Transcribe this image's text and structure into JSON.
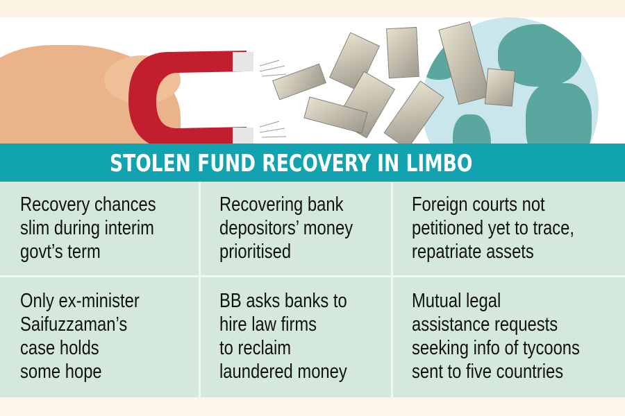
{
  "banner": {
    "title": "STOLEN FUND RECOVERY IN LIMBO"
  },
  "illustration": {
    "icons": [
      "hand-icon",
      "magnet-icon",
      "banknote-icon",
      "globe-icon"
    ],
    "colors": {
      "magnet_red": "#c21f2e",
      "magnet_tip": "#e6e6e6",
      "globe_ocean": "#c8e6ec",
      "globe_land": "#5aa7a0"
    }
  },
  "colors": {
    "banner_bg": "#12a3b0",
    "cell_bg": "#d4e9dc",
    "grid_line": "#f3f7f2",
    "page_bg": "#fdf5e8",
    "text": "#111111"
  },
  "cells": [
    {
      "text": "Recovery chances\nslim during interim\ngovt’s term"
    },
    {
      "text": "Recovering bank\ndepositors’ money\nprioritised"
    },
    {
      "text": "Foreign courts not\npetitioned yet to trace,\nrepatriate assets"
    },
    {
      "text": "Only ex-minister\nSaifuzzaman’s\ncase holds\nsome hope"
    },
    {
      "text": "BB asks banks to\nhire law firms\nto reclaim\nlaundered money"
    },
    {
      "text": "Mutual legal\nassistance requests\nseeking info of tycoons\nsent to five countries"
    }
  ]
}
